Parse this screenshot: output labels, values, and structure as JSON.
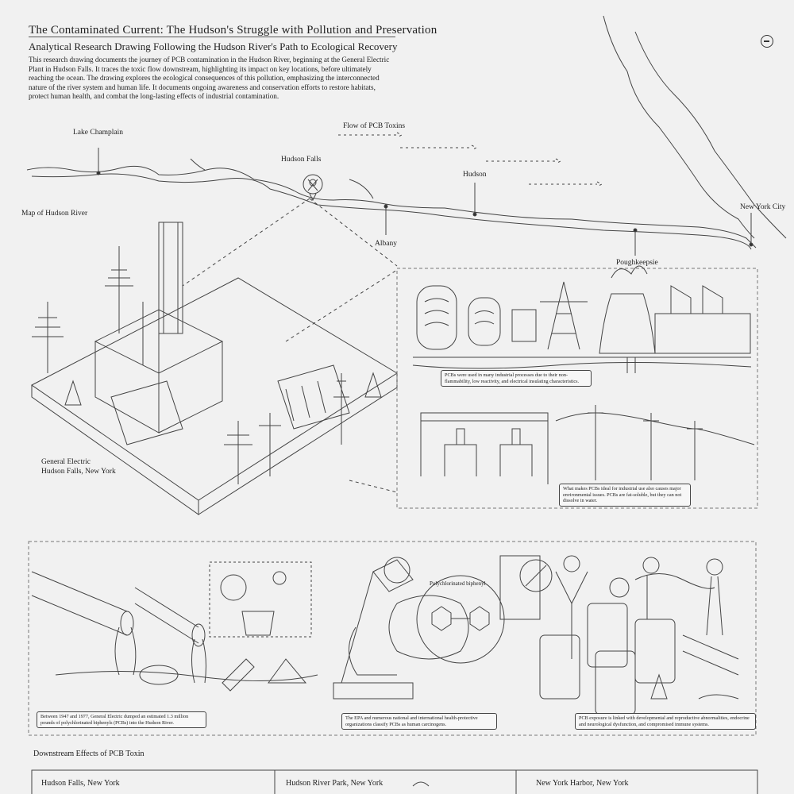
{
  "header": {
    "title": "The Contaminated Current: The Hudson's Struggle with Pollution and Preservation",
    "subtitle": "Analytical Research Drawing Following the Hudson River's Path to Ecological Recovery",
    "intro": "This research drawing documents the journey of PCB contamination in the Hudson River, beginning at the General Electric Plant in Hudson Falls. It traces the toxic flow downstream, highlighting its impact on key locations, before ultimately reaching the ocean. The drawing explores the ecological consequences of this pollution, emphasizing the interconnected nature of the river system and human life. It documents ongoing awareness and conservation efforts to restore habitats, protect human health, and combat the long-lasting effects of industrial contamination."
  },
  "map": {
    "label": "Map of Hudson River",
    "flow_label": "Flow of PCB Toxins",
    "places": {
      "lake_champlain": "Lake Champlain",
      "hudson_falls": "Hudson Falls",
      "albany": "Albany",
      "hudson": "Hudson",
      "poughkeepsie": "Poughkeepsie",
      "nyc": "New York City"
    }
  },
  "plant": {
    "label_line1": "General Electric",
    "label_line2": "Hudson Falls, New York"
  },
  "captions": {
    "industrial": "PCBs were used in many industrial processes due to their non-flammability, low reactivity, and electrical insulating characteristics.",
    "fat_soluble": "What makes PCBs ideal for industrial use also causes major environmental issues. PCBs are fat-soluble, but they can not dissolve in water.",
    "dumped": "Between 1947 and 1977, General Electric dumped an estimated 1.3 million pounds of polychlorinated biphenyls (PCBs) into the Hudson River.",
    "epa": "The EPA and numerous national and international health-protective organizations classify PCBs as human carcinogens.",
    "health": "PCB exposure is linked with developmental and reproductive abnormalities, endocrine and neurological dysfunction, and compromised immune systems.",
    "molecule": "Polychlorinated biphenyl"
  },
  "downstream": {
    "heading": "Downstream Effects of PCB Toxin",
    "columns": [
      "Hudson Falls, New York",
      "Hudson River Park, New York",
      "New York Harbor, New York"
    ]
  },
  "colors": {
    "ink": "#333333",
    "paper": "#f1f1f1",
    "frame": "#777777"
  },
  "icons": [
    "compass-icon",
    "skull-marker-icon",
    "flow-arrow-icon"
  ]
}
